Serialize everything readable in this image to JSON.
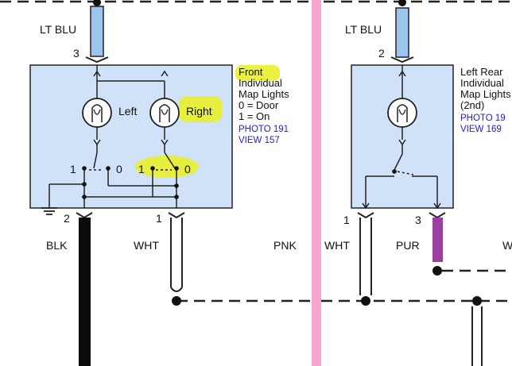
{
  "colors": {
    "component_fill": "#cfe2f7",
    "lt_blu_wire": "#9cc6ee",
    "pnk_divider": "#f4a6cf",
    "pur_wire": "#9b3fa0",
    "highlight": "#e8f02a",
    "link_blue": "#2222cc"
  },
  "left_component": {
    "wire_top_color": "LT BLU",
    "wire_top_pin": "3",
    "title": "Front",
    "desc_line1": "Individual",
    "desc_line2": "Map Lights",
    "desc_line3": "0 = Door",
    "desc_line4": "1 = On",
    "photo_ref": "PHOTO 191",
    "view_ref": "VIEW 157",
    "bulb_left_label": "Left",
    "bulb_right_label": "Right",
    "sw_left_pos1": "1",
    "sw_left_pos0": "0",
    "sw_right_pos1": "1",
    "sw_right_pos0": "0",
    "pin_ground": "2",
    "pin_right": "1",
    "wire_ground_color": "BLK",
    "wire_right_color": "WHT"
  },
  "middle": {
    "divider_wire_color": "PNK"
  },
  "right_component": {
    "wire_top_color": "LT BLU",
    "wire_top_pin": "2",
    "title": "Left Rear",
    "desc_line1": "Individual",
    "desc_line2": "Map Lights",
    "desc_line3": "(2nd)",
    "photo_ref": "PHOTO 19",
    "view_ref": "VIEW 169",
    "pin_left": "1",
    "pin_right": "3",
    "wire_left_color": "WHT",
    "wire_right_color": "PUR",
    "wire_far_right_color": "W"
  }
}
